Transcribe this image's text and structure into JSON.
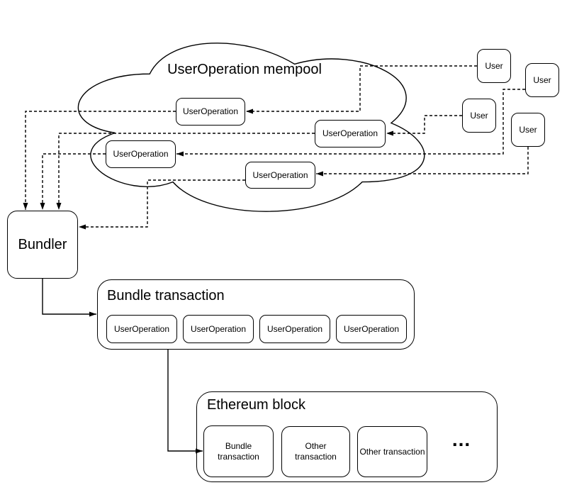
{
  "colors": {
    "stroke": "#000000",
    "fill": "#ffffff",
    "text": "#000000"
  },
  "mempool": {
    "title": "UserOperation mempool",
    "operations": [
      {
        "label": "UserOperation"
      },
      {
        "label": "UserOperation"
      },
      {
        "label": "UserOperation"
      },
      {
        "label": "UserOperation"
      }
    ]
  },
  "users": [
    {
      "label": "User"
    },
    {
      "label": "User"
    },
    {
      "label": "User"
    },
    {
      "label": "User"
    }
  ],
  "bundler": {
    "label": "Bundler"
  },
  "bundle_transaction": {
    "title": "Bundle transaction",
    "operations": [
      {
        "label": "UserOperation"
      },
      {
        "label": "UserOperation"
      },
      {
        "label": "UserOperation"
      },
      {
        "label": "UserOperation"
      }
    ]
  },
  "ethereum_block": {
    "title": "Ethereum block",
    "transactions": [
      {
        "label": "Bundle transaction"
      },
      {
        "label": "Other transaction"
      },
      {
        "label": "Other transaction"
      }
    ],
    "ellipsis": "..."
  }
}
